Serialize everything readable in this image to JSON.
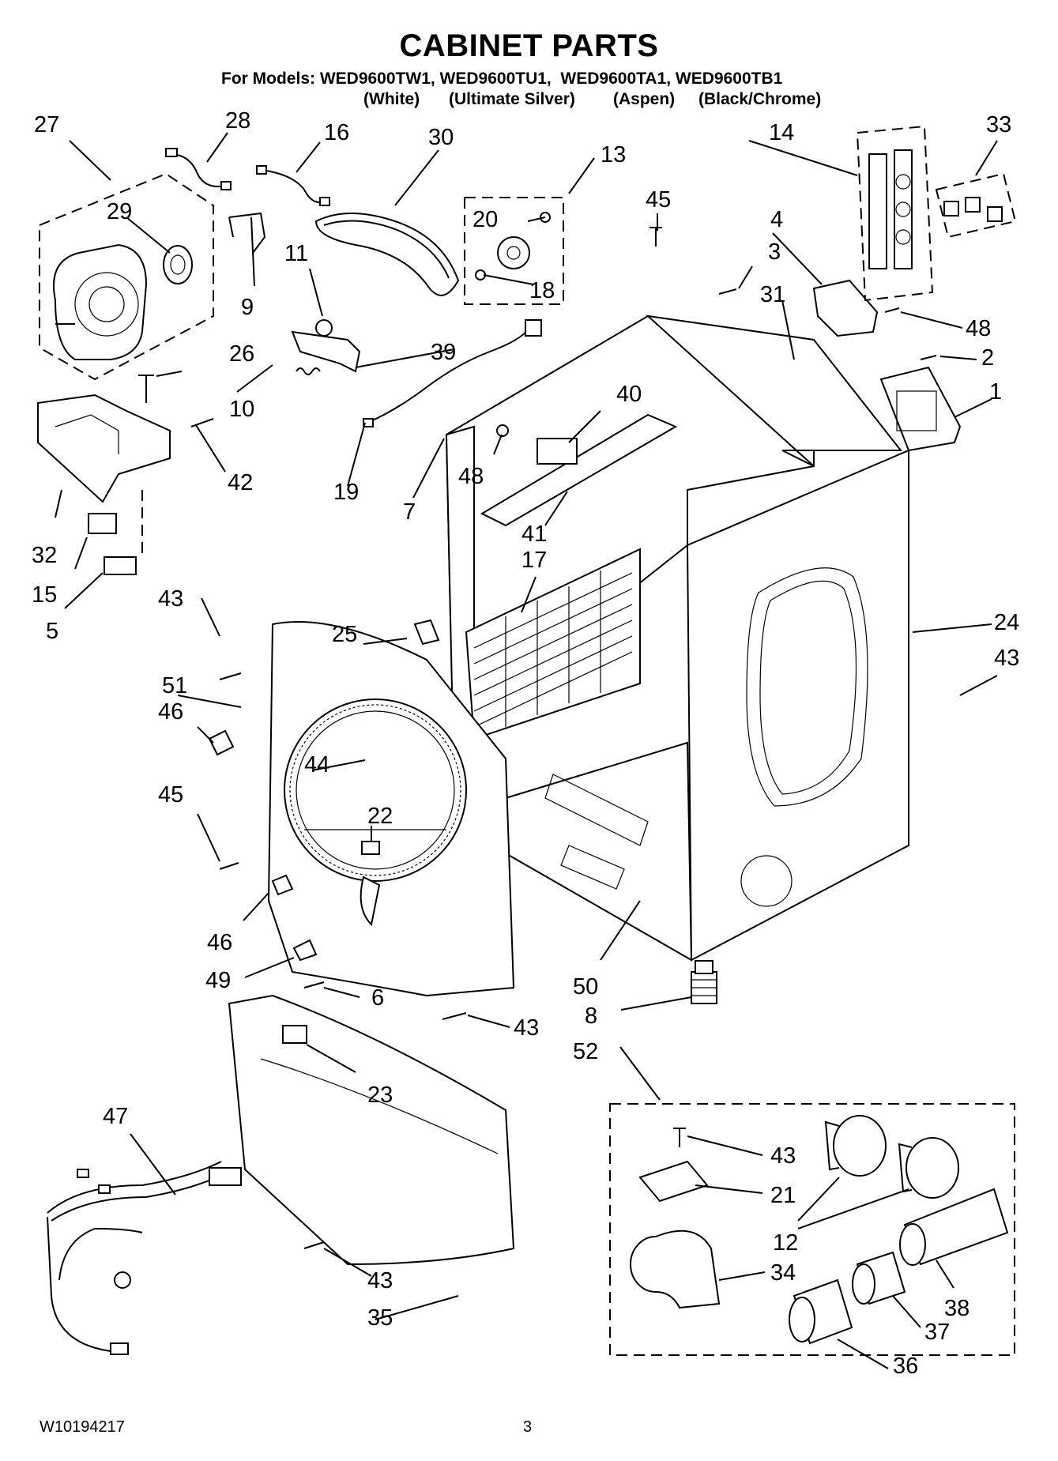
{
  "header": {
    "title": "CABINET PARTS",
    "models_line": "For Models: WED9600TW1, WED9600TU1,  WED9600TA1, WED9600TB1",
    "colors": [
      "(White)",
      "(Ultimate Silver)",
      "(Aspen)",
      "(Black/Chrome)"
    ]
  },
  "footer": {
    "doc_number": "W10194217",
    "page": "3"
  },
  "callouts": {
    "c1": "1",
    "c2": "2",
    "c3": "3",
    "c4": "4",
    "c5": "5",
    "c6": "6",
    "c7": "7",
    "c8": "8",
    "c9": "9",
    "c10": "10",
    "c11": "11",
    "c12": "12",
    "c13": "13",
    "c14": "14",
    "c15": "15",
    "c16": "16",
    "c17": "17",
    "c18": "18",
    "c19": "19",
    "c20": "20",
    "c21": "21",
    "c22": "22",
    "c23": "23",
    "c24": "24",
    "c25": "25",
    "c26": "26",
    "c27": "27",
    "c28": "28",
    "c29": "29",
    "c30": "30",
    "c31": "31",
    "c32": "32",
    "c33": "33",
    "c34": "34",
    "c35": "35",
    "c36": "36",
    "c37": "37",
    "c38": "38",
    "c39": "39",
    "c40": "40",
    "c41": "41",
    "c42": "42",
    "c43": "43",
    "c44": "44",
    "c45": "45",
    "c46": "46",
    "c47": "47",
    "c48": "48",
    "c49": "49",
    "c50": "50",
    "c51": "51",
    "c52": "52"
  }
}
